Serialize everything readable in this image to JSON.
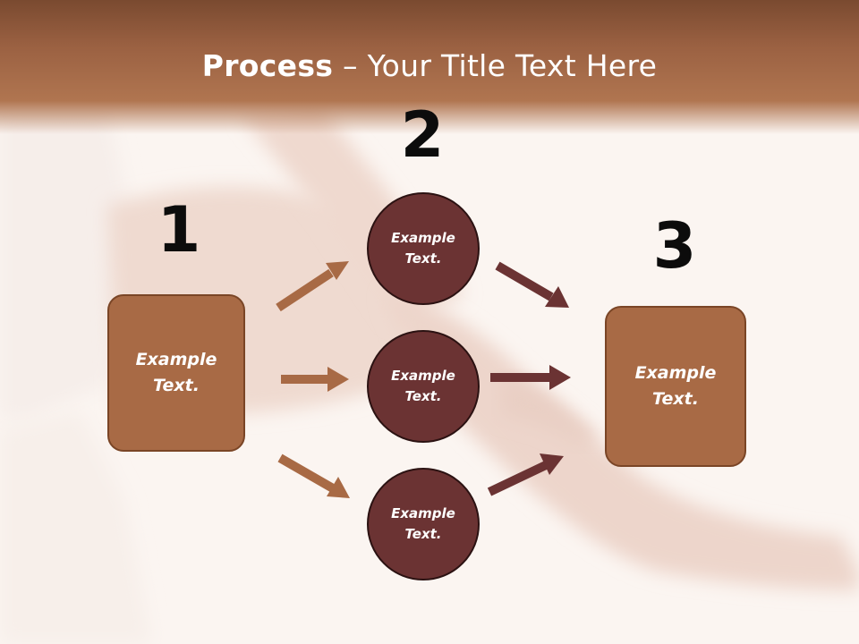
{
  "title": {
    "bold": "Process",
    "rest": " – Your Title Text Here"
  },
  "steps": {
    "one": "1",
    "two": "2",
    "three": "3"
  },
  "left_box": {
    "label": "Example\nText."
  },
  "circles": [
    {
      "label": "Example\nText."
    },
    {
      "label": "Example\nText."
    },
    {
      "label": "Example\nText."
    }
  ],
  "right_box": {
    "label": "Example\nText."
  },
  "colors": {
    "header": "#9b6142",
    "box": "#a86a45",
    "circle": "#6b3333",
    "arrow_in": "#a86a45",
    "arrow_out": "#6b3333"
  }
}
